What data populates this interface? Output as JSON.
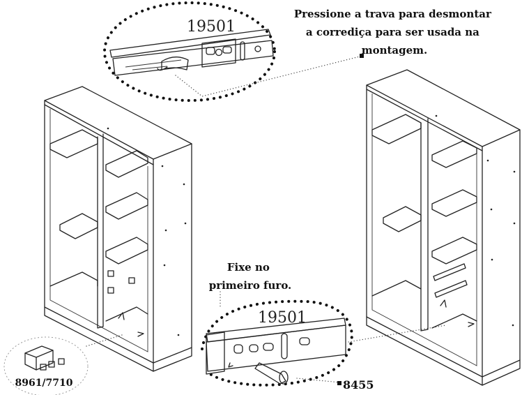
{
  "annotations": {
    "top_callout": "Pressione a trava para desmontar a corrediça para ser usada na montagem.",
    "middle_callout": "Fixe no primeiro furo."
  },
  "part_codes": {
    "slide_top": "19501",
    "slide_bottom": "19501",
    "screw": "8455",
    "connector": "8961/7710"
  }
}
